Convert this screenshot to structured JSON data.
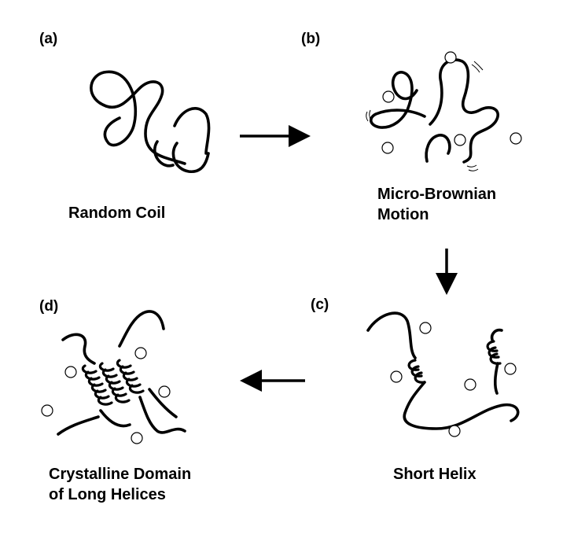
{
  "panels": {
    "a": {
      "label": "(a)",
      "caption": "Random Coil"
    },
    "b": {
      "label": "(b)",
      "caption_line1": "Micro-Brownian",
      "caption_line2": "Motion"
    },
    "c": {
      "label": "(c)",
      "caption": "Short Helix"
    },
    "d": {
      "label": "(d)",
      "caption_line1": "Crystalline Domain",
      "caption_line2": "of Long Helices"
    }
  },
  "colors": {
    "ink": "#000000",
    "background": "#ffffff"
  }
}
